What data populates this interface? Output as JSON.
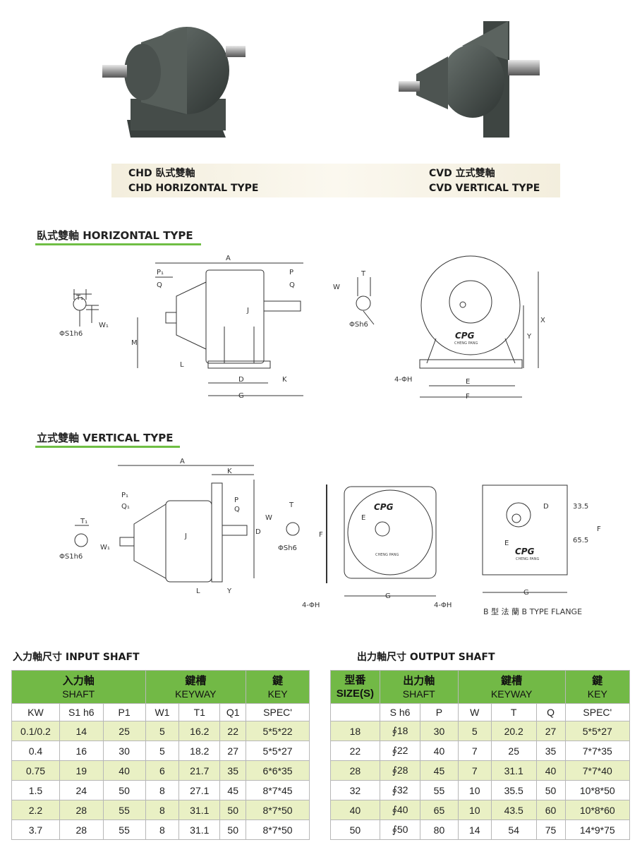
{
  "captions": {
    "horizontal_cn": "CHD 臥式雙軸",
    "horizontal_en": "CHD HORIZONTAL TYPE",
    "vertical_cn": "CVD 立式雙軸",
    "vertical_en": "CVD VERTICAL TYPE"
  },
  "sections": {
    "horizontal": "臥式雙軸 HORIZONTAL TYPE",
    "vertical": "立式雙軸 VERTICAL TYPE"
  },
  "drawing_labels": {
    "horizontal": {
      "A": "A",
      "P1": "P₁",
      "Q": "Q",
      "P": "P",
      "J": "J",
      "M": "M",
      "L": "L",
      "D": "D",
      "K": "K",
      "G": "G",
      "T1": "T₁",
      "W1": "W₁",
      "S1": "ΦS1h6",
      "W": "W",
      "T": "T",
      "Sh6": "ΦSh6",
      "X": "X",
      "Y": "Y",
      "E": "E",
      "F": "F",
      "H": "4-ΦH",
      "brand": "CPG",
      "brand_sub": "CHENG PANG"
    },
    "vertical": {
      "A": "A",
      "K": "K",
      "P1": "P₁",
      "Q1": "Q₁",
      "P": "P",
      "Q": "Q",
      "J": "J",
      "D": "D",
      "L": "L",
      "Y": "Y",
      "T1": "T₁",
      "W1": "W₁",
      "S1": "ΦS1h6",
      "W": "W",
      "T": "T",
      "Sh6": "ΦSh6",
      "F": "F",
      "E": "E",
      "G": "G",
      "H": "4-ΦH",
      "dim1": "33.5",
      "dim2": "65.5",
      "flange": "B 型 法 蘭  B TYPE FLANGE",
      "brand": "CPG",
      "brand_sub": "CHENG PANG"
    }
  },
  "input_table": {
    "title": "入力軸尺寸  INPUT SHAFT",
    "headers": {
      "shaft_cn": "入力軸",
      "shaft_en": "SHAFT",
      "keyway_cn": "鍵槽",
      "keyway_en": "KEYWAY",
      "key_cn": "鍵",
      "key_en": "KEY"
    },
    "columns": [
      "KW",
      "S1 h6",
      "P1",
      "W1",
      "T1",
      "Q1",
      "SPEC'"
    ],
    "rows": [
      [
        "0.1/0.2",
        "14",
        "25",
        "5",
        "16.2",
        "22",
        "5*5*22"
      ],
      [
        "0.4",
        "16",
        "30",
        "5",
        "18.2",
        "27",
        "5*5*27"
      ],
      [
        "0.75",
        "19",
        "40",
        "6",
        "21.7",
        "35",
        "6*6*35"
      ],
      [
        "1.5",
        "24",
        "50",
        "8",
        "27.1",
        "45",
        "8*7*45"
      ],
      [
        "2.2",
        "28",
        "55",
        "8",
        "31.1",
        "50",
        "8*7*50"
      ],
      [
        "3.7",
        "28",
        "55",
        "8",
        "31.1",
        "50",
        "8*7*50"
      ]
    ]
  },
  "output_table": {
    "title": "出力軸尺寸  OUTPUT SHAFT",
    "headers": {
      "size_cn": "型番",
      "size_en": "SIZE(S)",
      "shaft_cn": "出力軸",
      "shaft_en": "SHAFT",
      "keyway_cn": "鍵槽",
      "keyway_en": "KEYWAY",
      "key_cn": "鍵",
      "key_en": "KEY"
    },
    "columns": [
      "",
      "S h6",
      "P",
      "W",
      "T",
      "Q",
      "SPEC'"
    ],
    "rows": [
      [
        "18",
        "∮18",
        "30",
        "5",
        "20.2",
        "27",
        "5*5*27"
      ],
      [
        "22",
        "∮22",
        "40",
        "7",
        "25",
        "35",
        "7*7*35"
      ],
      [
        "28",
        "∮28",
        "45",
        "7",
        "31.1",
        "40",
        "7*7*40"
      ],
      [
        "32",
        "∮32",
        "55",
        "10",
        "35.5",
        "50",
        "10*8*50"
      ],
      [
        "40",
        "∮40",
        "65",
        "10",
        "43.5",
        "60",
        "10*8*60"
      ],
      [
        "50",
        "∮50",
        "80",
        "14",
        "54",
        "75",
        "14*9*75"
      ]
    ]
  },
  "colors": {
    "accent_green": "#72b946",
    "row_tint": "#e9f0c4",
    "line_green": "#6fbe44"
  }
}
